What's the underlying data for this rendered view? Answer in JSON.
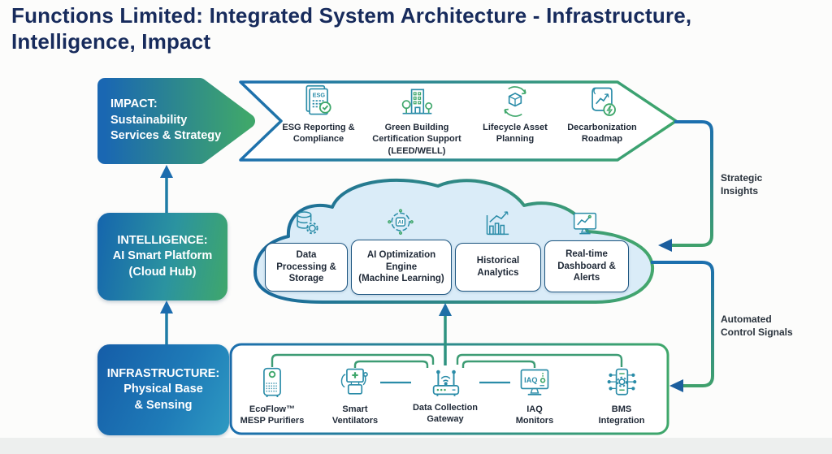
{
  "title": "Functions Limited: Integrated System Architecture - Infrastructure, Intelligence, Impact",
  "layers": {
    "impact": {
      "label": "IMPACT:\nSustainability\nServices & Strategy",
      "items": [
        {
          "icon": "esg-document-icon",
          "label": "ESG Reporting &\nCompliance"
        },
        {
          "icon": "green-building-icon",
          "label": "Green Building\nCertification Support\n(LEED/WELL)"
        },
        {
          "icon": "lifecycle-icon",
          "label": "Lifecycle Asset\nPlanning"
        },
        {
          "icon": "decarbonization-icon",
          "label": "Decarbonization\nRoadmap"
        }
      ]
    },
    "intelligence": {
      "label": "INTELLIGENCE:\nAI Smart Platform\n(Cloud Hub)",
      "modules": [
        {
          "icon": "database-gear-icon",
          "label": "Data\nProcessing &\nStorage"
        },
        {
          "icon": "ai-brain-icon",
          "label": "AI Optimization\nEngine\n(Machine Learning)"
        },
        {
          "icon": "analytics-chart-icon",
          "label": "Historical\nAnalytics"
        },
        {
          "icon": "dashboard-monitor-icon",
          "label": "Real-time\nDashboard &\nAlerts"
        }
      ]
    },
    "infrastructure": {
      "label": "INFRASTRUCTURE:\nPhysical Base\n& Sensing",
      "devices": [
        {
          "icon": "air-purifier-icon",
          "label": "EcoFlow™\nMESP Purifiers"
        },
        {
          "icon": "ventilator-icon",
          "label": "Smart\nVentilators"
        },
        {
          "icon": "gateway-router-icon",
          "label": "Data Collection\nGateway"
        },
        {
          "icon": "iaq-monitor-icon",
          "label": "IAQ\nMonitors"
        },
        {
          "icon": "bms-phone-icon",
          "label": "BMS\nIntegration"
        }
      ]
    }
  },
  "connectors": {
    "strategic": "Strategic\nInsights",
    "automated": "Automated\nControl Signals"
  },
  "colors": {
    "title": "#172b5c",
    "accent_blue": "#1b6cae",
    "accent_green": "#3fa76b",
    "teal": "#2a8ca8",
    "cloud_fill": "#daecf8",
    "arrowhead": "#1b5e9e"
  }
}
